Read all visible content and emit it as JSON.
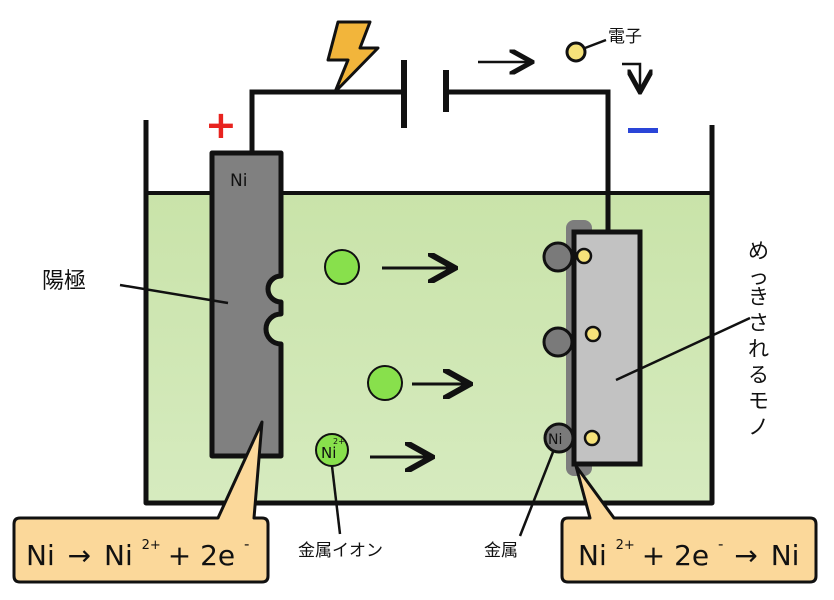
{
  "labels": {
    "plus": "+",
    "minus": "−",
    "electron": "電子",
    "anode": "陽極",
    "anode_tag": "Ni",
    "plated_object_chars": [
      "め",
      "っ",
      "き",
      "さ",
      "れ",
      "る",
      "モ",
      "ノ"
    ],
    "metal_ion": "金属イオン",
    "metal": "金属",
    "ion_label": "Ni",
    "ion_charge": "2+",
    "metal_atom_label": "Ni"
  },
  "equations": {
    "left": {
      "a": "Ni",
      "arrow": "→",
      "b": "Ni",
      "b_sup": "2+",
      "c": "+ 2e",
      "c_sup": "-"
    },
    "right": {
      "a": "Ni",
      "a_sup": "2+",
      "b": "+ 2e",
      "b_sup": "-",
      "arrow": "→",
      "c": "Ni"
    }
  },
  "colors": {
    "solution": "#c9e3a9",
    "anode": "#808080",
    "cathode": "#c2c2c2",
    "plating_layer": "#7d7d7d",
    "ion": "#88e04c",
    "metal_atom": "#7a7a7a",
    "electron": "#f6e27a",
    "callout": "#fbd89a",
    "plus": "#e8231f",
    "minus": "#2a45d8",
    "lightning": "#f2b53b"
  }
}
